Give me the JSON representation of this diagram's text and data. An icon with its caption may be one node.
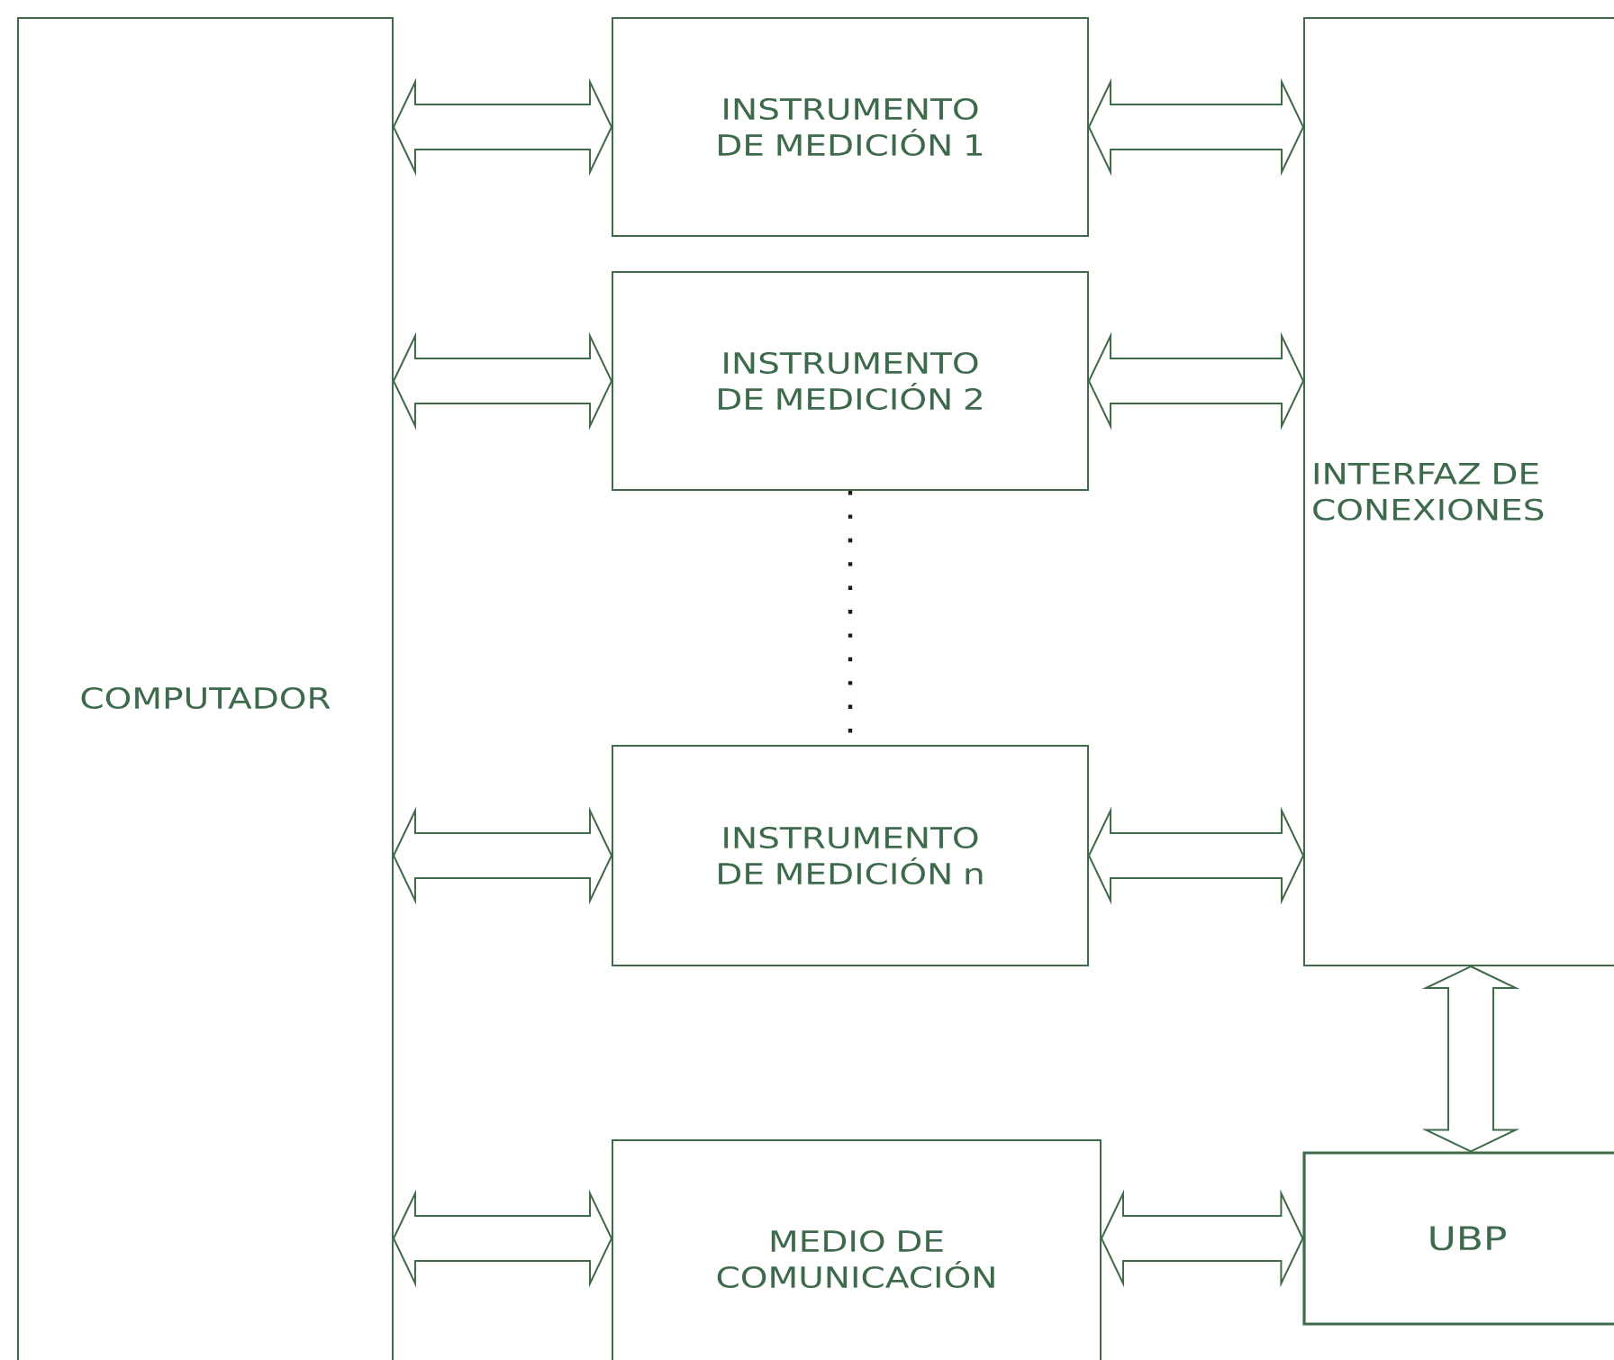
{
  "diagram": {
    "nodes": [
      {
        "text": [
          "COMPUTADOR"
        ]
      },
      {
        "text": [
          "INSTRUMENTO DE MEDICIÓN 1"
        ]
      },
      {
        "text": [
          "INSTRUMENTO DE MEDICIÓN 2"
        ]
      },
      {
        "text": [
          "INSTRUMENTO DE MEDICIÓN n"
        ]
      },
      {
        "text": [
          "MEDIO DE COMUNICACIÓN"
        ]
      },
      {
        "text": [
          "INTERFAZ DE CONEXIONES"
        ]
      },
      {
        "text": [
          "UBP"
        ]
      }
    ],
    "edges": [
      {
        "from": 0,
        "to": 1,
        "arrow": "both"
      },
      {
        "from": 1,
        "to": 5,
        "arrow": "both"
      },
      {
        "from": 0,
        "to": 2,
        "arrow": "both"
      },
      {
        "from": 2,
        "to": 5,
        "arrow": "both"
      },
      {
        "from": 2,
        "to": 3,
        "arrow": "none",
        "color": "#1a1a1a"
      },
      {
        "from": 0,
        "to": 3,
        "arrow": "both"
      },
      {
        "from": 3,
        "to": 5,
        "arrow": "both"
      },
      {
        "from": 5,
        "to": 6,
        "arrow": "both"
      },
      {
        "from": 0,
        "to": 4,
        "arrow": "both"
      },
      {
        "from": 4,
        "to": 6,
        "arrow": "both"
      }
    ]
  }
}
